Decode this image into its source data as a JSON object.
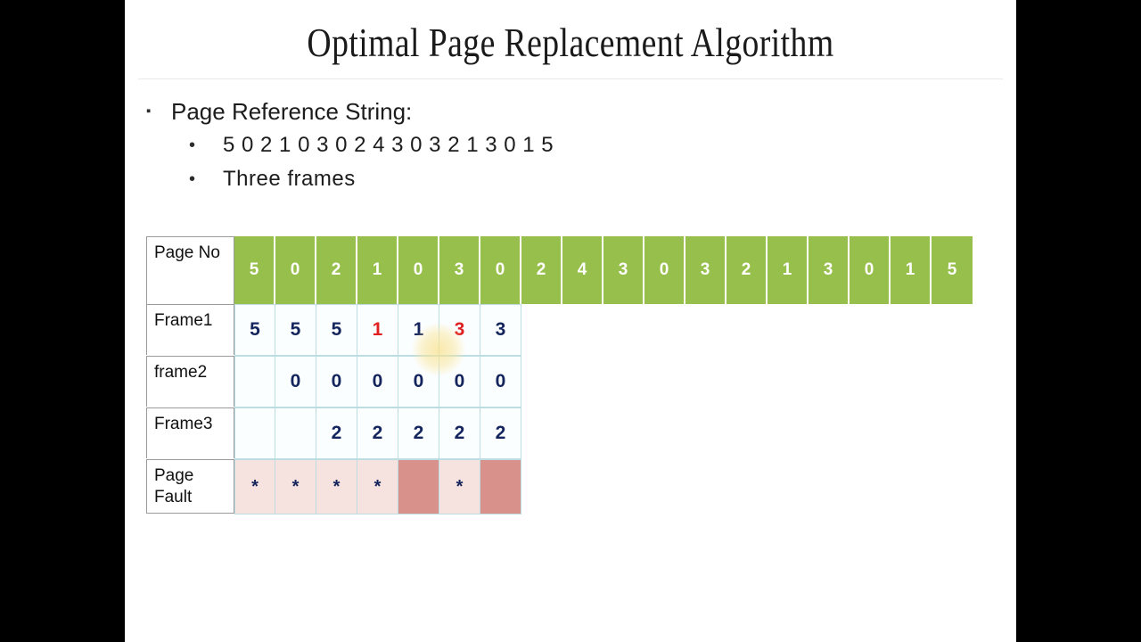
{
  "slide": {
    "title": "Optimal Page Replacement Algorithm",
    "bullets": [
      {
        "marker": "▪",
        "text": "Page Reference String:",
        "level": 1
      },
      {
        "marker": "•",
        "text": "5 0 2 1 0 3 0 2 4 3 0 3 2 1 3 0 1 5",
        "level": 2
      },
      {
        "marker": "•",
        "text": "Three frames",
        "level": 2
      }
    ]
  },
  "colors": {
    "header_green": "#97bf4b",
    "digit_navy": "#14245c",
    "digit_red": "#e02020",
    "fault_light": "#f6e2de",
    "fault_dark": "#d9918c",
    "grid_line": "#bcdde1",
    "label_border": "#9b9b9b",
    "letterbox": "#000000"
  },
  "table": {
    "row_labels": {
      "page_no": "Page No",
      "frame1": "Frame1",
      "frame2": "frame2",
      "frame3": "Frame3",
      "page_fault": "Page Fault"
    },
    "reference_string": [
      "5",
      "0",
      "2",
      "1",
      "0",
      "3",
      "0",
      "2",
      "4",
      "3",
      "0",
      "3",
      "2",
      "1",
      "3",
      "0",
      "1",
      "5"
    ],
    "frame1": [
      {
        "value": "5",
        "red": false
      },
      {
        "value": "5",
        "red": false
      },
      {
        "value": "5",
        "red": false
      },
      {
        "value": "1",
        "red": true
      },
      {
        "value": "1",
        "red": false
      },
      {
        "value": "3",
        "red": true
      },
      {
        "value": "3",
        "red": false
      }
    ],
    "frame2": [
      {
        "value": "",
        "red": false
      },
      {
        "value": "0",
        "red": false
      },
      {
        "value": "0",
        "red": false
      },
      {
        "value": "0",
        "red": false
      },
      {
        "value": "0",
        "red": false
      },
      {
        "value": "0",
        "red": false
      },
      {
        "value": "0",
        "red": false
      }
    ],
    "frame3": [
      {
        "value": "",
        "red": false
      },
      {
        "value": "",
        "red": false
      },
      {
        "value": "2",
        "red": false
      },
      {
        "value": "2",
        "red": false
      },
      {
        "value": "2",
        "red": false
      },
      {
        "value": "2",
        "red": false
      },
      {
        "value": "2",
        "red": false
      }
    ],
    "page_fault": [
      {
        "mark": "*",
        "shade": "light"
      },
      {
        "mark": "*",
        "shade": "light"
      },
      {
        "mark": "*",
        "shade": "light"
      },
      {
        "mark": "*",
        "shade": "light"
      },
      {
        "mark": "",
        "shade": "dark"
      },
      {
        "mark": "*",
        "shade": "light"
      },
      {
        "mark": "",
        "shade": "dark"
      }
    ]
  }
}
